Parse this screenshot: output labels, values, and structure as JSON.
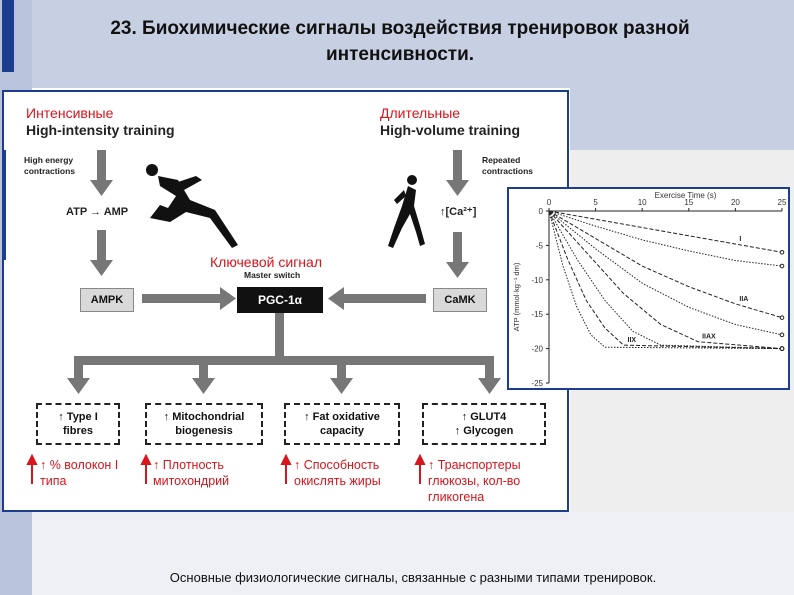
{
  "title": {
    "line1": "23. Биохимические сигналы воздействия тренировок разной",
    "line2": "интенсивности."
  },
  "diagram": {
    "left_ru": "Интенсивные",
    "left_en": "High-intensity training",
    "right_ru": "Длительные",
    "right_en": "High-volume training",
    "high_energy_line1": "High energy",
    "high_energy_line2": "contractions",
    "repeated_line1": "Repeated",
    "repeated_line2": "contractions",
    "atp_amp": "ATP → AMP",
    "ca": "↑[Ca²⁺]",
    "key_signal": "Ключевой сигнал",
    "master_switch": "Master switch",
    "ampk": "AMPK",
    "pgc": "PGC-1α",
    "camk": "CaMK",
    "outcomes": [
      {
        "en1": "↑ Type I",
        "en2": "fibres",
        "ru": "↑ % волокон I типа"
      },
      {
        "en1": "↑ Mitochondrial",
        "en2": "biogenesis",
        "ru": "↑ Плотность митохондрий"
      },
      {
        "en1": "↑ Fat oxidative",
        "en2": "capacity",
        "ru": "↑ Способность окислять жиры"
      },
      {
        "en1": "↑ GLUT4",
        "en2": "↑ Glycogen",
        "ru": "↑ Транспортеры глюкозы, кол-во гликогена"
      }
    ]
  },
  "caption": "Основные физиологические сигналы, связанные с разными типами тренировок.",
  "chart_data": {
    "type": "line",
    "title": "",
    "xlabel": "Exercise Time (s)",
    "ylabel": "ATP (mmol·kg⁻¹ dm)",
    "x_ticks": [
      0,
      5,
      10,
      15,
      20,
      25
    ],
    "y_ticks": [
      0,
      -5,
      -10,
      -15,
      -20,
      -25
    ],
    "xlim": [
      0,
      25
    ],
    "ylim": [
      -25,
      0
    ],
    "series": [
      {
        "name": "I",
        "x": [
          0,
          5,
          10,
          15,
          20,
          25
        ],
        "y": [
          0,
          -1.2,
          -2.4,
          -3.6,
          -4.8,
          -6
        ]
      },
      {
        "name": "",
        "x": [
          0,
          5,
          10,
          15,
          20,
          25
        ],
        "y": [
          0,
          -2.2,
          -4.2,
          -5.8,
          -7.2,
          -8
        ]
      },
      {
        "name": "IIA",
        "x": [
          0,
          5,
          10,
          15,
          20,
          25
        ],
        "y": [
          0,
          -4,
          -8,
          -11,
          -13.5,
          -15.5
        ]
      },
      {
        "name": "",
        "x": [
          0,
          5,
          10,
          15,
          20,
          25
        ],
        "y": [
          0,
          -5.5,
          -10.5,
          -14,
          -16.5,
          -18
        ]
      },
      {
        "name": "IIAX",
        "x": [
          0,
          4,
          8,
          12,
          16,
          25
        ],
        "y": [
          0,
          -6,
          -12,
          -16.5,
          -19,
          -20
        ]
      },
      {
        "name": "",
        "x": [
          0,
          3,
          6,
          9,
          12,
          25
        ],
        "y": [
          0,
          -7,
          -13,
          -17.5,
          -19.5,
          -20
        ]
      },
      {
        "name": "IIX",
        "x": [
          0,
          2,
          4,
          6,
          8,
          25
        ],
        "y": [
          0,
          -7,
          -13,
          -17,
          -19.5,
          -20
        ]
      },
      {
        "name": "",
        "x": [
          0,
          1.5,
          3,
          4.5,
          6,
          25
        ],
        "y": [
          0,
          -8,
          -14,
          -18,
          -19.8,
          -20
        ]
      }
    ],
    "labels": [
      "I",
      "IIA",
      "IIAX",
      "IIX"
    ]
  }
}
